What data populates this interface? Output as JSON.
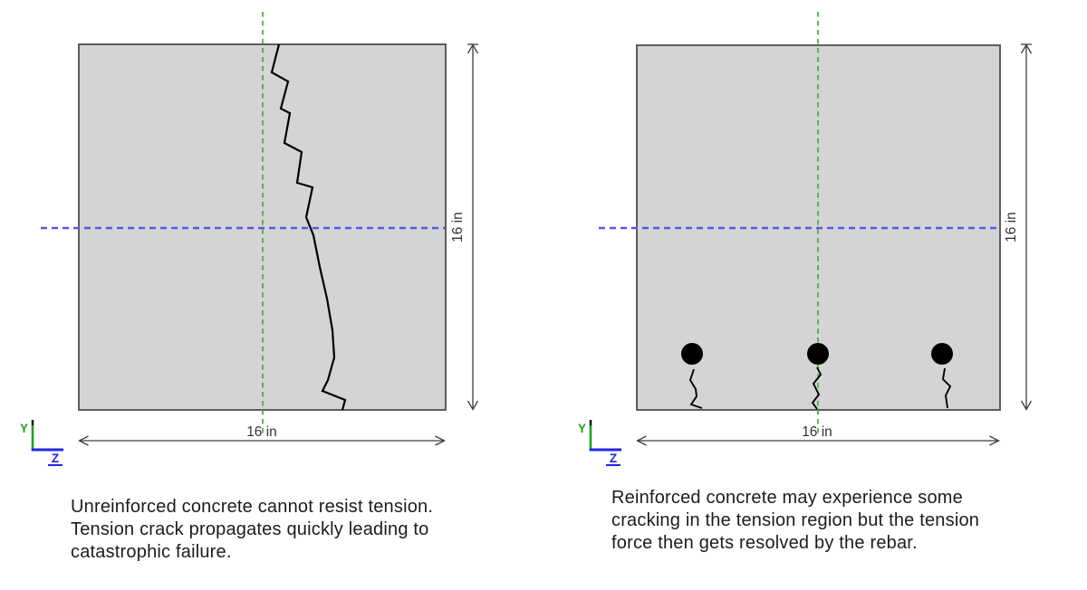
{
  "page": {
    "background": "#ffffff"
  },
  "colors": {
    "concrete_fill": "#d4d4d4",
    "concrete_border": "#4d4d4d",
    "centerline_green": "#3cb043",
    "neutral_axis_blue": "#5858ec",
    "dimension_gray": "#3d3d3d",
    "label_gray": "#333333",
    "axis_y_green": "#1fa31f",
    "axis_z_blue": "#2323e6",
    "crack_black": "#000000",
    "caption_text": "#1c1c1c"
  },
  "diagrams": [
    {
      "name": "unreinforced-concrete-section",
      "width_label": "16 in",
      "height_label": "16 in",
      "width_value_in": 16,
      "height_value_in": 16,
      "axis": {
        "y_label": "Y",
        "z_label": "Z"
      },
      "caption_lines": [
        "Unreinforced concrete cannot resist tension.",
        "Tension crack propagates quickly leading to",
        "catastrophic failure."
      ]
    },
    {
      "name": "reinforced-concrete-section",
      "width_label": "16 in",
      "height_label": "16 in",
      "width_value_in": 16,
      "height_value_in": 16,
      "rebar_count": 3,
      "axis": {
        "y_label": "Y",
        "z_label": "Z"
      },
      "caption_lines": [
        "Reinforced concrete may experience some",
        "cracking in the tension region but the tension",
        "force then gets resolved by the rebar."
      ]
    }
  ]
}
